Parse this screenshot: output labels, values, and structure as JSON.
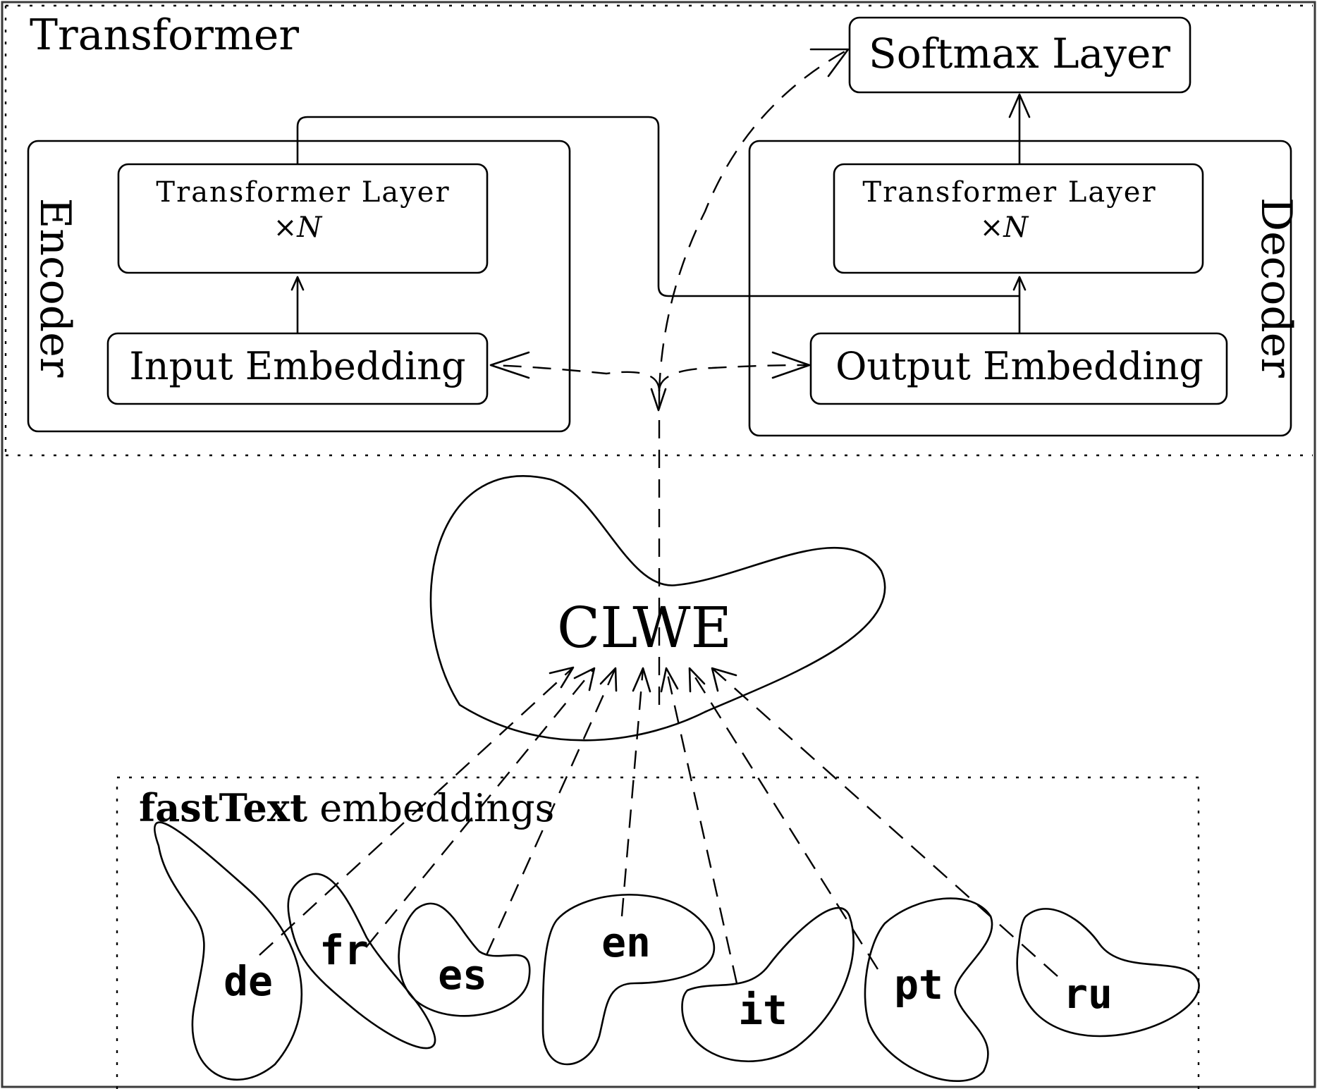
{
  "transformer": {
    "title": "Transformer",
    "softmax_label": "Softmax Layer",
    "encoder": {
      "title": "Encoder",
      "layer_label": "Transformer Layer",
      "layer_repeat": "×N",
      "embedding_label": "Input Embedding"
    },
    "decoder": {
      "title": "Decoder",
      "layer_label": "Transformer Layer",
      "layer_repeat": "×N",
      "embedding_label": "Output Embedding"
    }
  },
  "clwe": {
    "label": "CLWE"
  },
  "fasttext": {
    "title_bold": "fastText",
    "title_rest": " embeddings",
    "languages": [
      "de",
      "fr",
      "es",
      "en",
      "it",
      "pt",
      "ru"
    ]
  }
}
